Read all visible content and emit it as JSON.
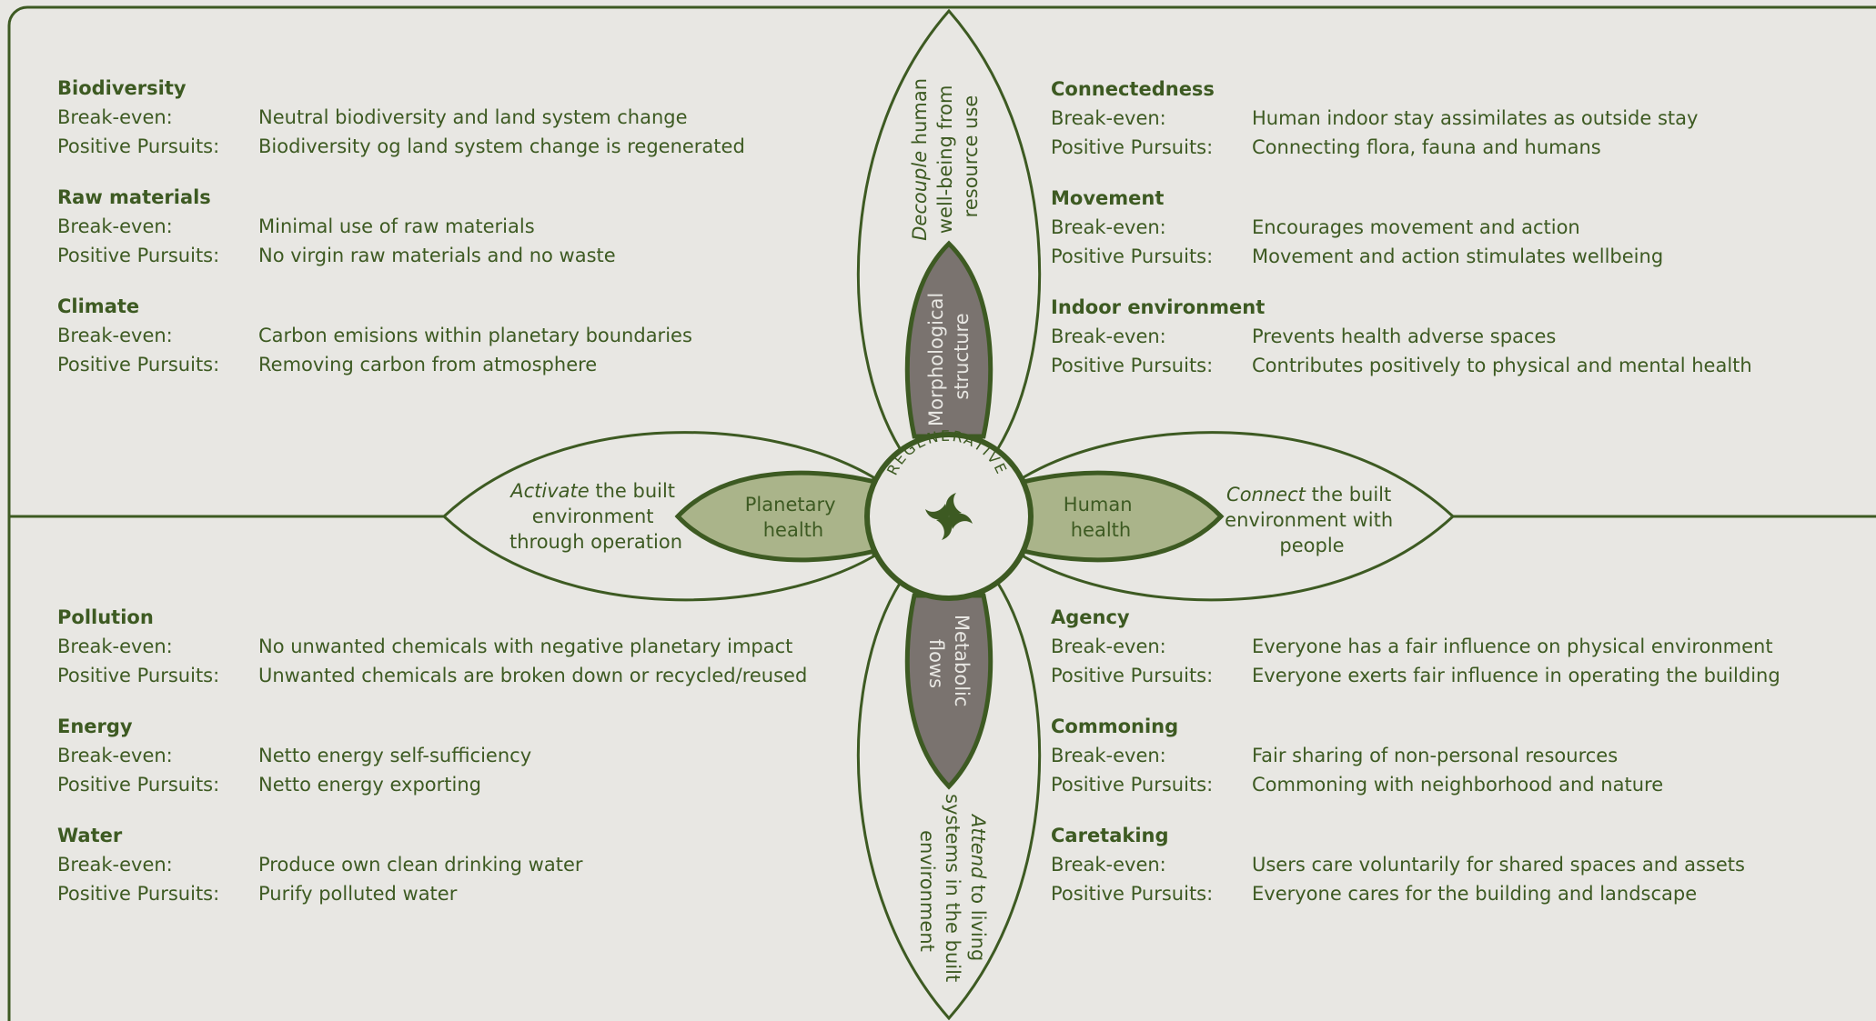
{
  "colors": {
    "background": "#e8e7e3",
    "accent": "#3d5a22",
    "inner_green": "#aab48a",
    "inner_gray": "#7a736f"
  },
  "center": {
    "label": "REGENERATIVE",
    "icon": "swirl-logo-icon"
  },
  "petals": {
    "top": {
      "outer_em": "Decouple",
      "outer_lines": [
        " human",
        "well-being from",
        "resource use"
      ],
      "inner_lines": [
        "Morphological",
        "structure"
      ]
    },
    "bottom": {
      "outer_em": "Attend",
      "outer_lines": [
        " to living",
        "systems in the built",
        "environment"
      ],
      "inner_lines": [
        "Metabolic",
        "flows"
      ]
    },
    "left": {
      "outer_em": "Activate",
      "outer_lines": [
        " the built",
        "environment",
        "through operation"
      ],
      "inner_lines": [
        "Planetary",
        "health"
      ]
    },
    "right": {
      "outer_em": "Connect",
      "outer_lines": [
        " the built",
        "environment with",
        "people"
      ],
      "inner_lines": [
        "Human",
        "health"
      ]
    }
  },
  "labels": {
    "breakeven": "Break-even:",
    "positive": "Positive Pursuits:"
  },
  "quadrants": {
    "top_left": [
      {
        "title": "Biodiversity",
        "breakeven": "Neutral biodiversity and land system change",
        "positive": "Biodiversity og land system change is regenerated"
      },
      {
        "title": "Raw materials",
        "breakeven": "Minimal use of raw materials",
        "positive": "No virgin raw materials and no waste"
      },
      {
        "title": "Climate",
        "breakeven": "Carbon emisions within planetary boundaries",
        "positive": "Removing carbon from atmosphere"
      }
    ],
    "top_right": [
      {
        "title": "Connectedness",
        "breakeven": "Human indoor stay assimilates as outside stay",
        "positive": "Connecting flora, fauna and humans"
      },
      {
        "title": "Movement",
        "breakeven": "Encourages movement and action",
        "positive": "Movement and action stimulates wellbeing"
      },
      {
        "title": "Indoor environment",
        "breakeven": "Prevents health adverse spaces",
        "positive": "Contributes positively to physical and mental health"
      }
    ],
    "bottom_left": [
      {
        "title": "Pollution",
        "breakeven": "No unwanted chemicals with negative planetary impact",
        "positive": "Unwanted chemicals are broken down or recycled/reused"
      },
      {
        "title": "Energy",
        "breakeven": "Netto energy self-sufficiency",
        "positive": "Netto energy exporting"
      },
      {
        "title": "Water",
        "breakeven": "Produce own clean drinking water",
        "positive": "Purify polluted water"
      }
    ],
    "bottom_right": [
      {
        "title": "Agency",
        "breakeven": "Everyone has a fair influence on physical environment",
        "positive": "Everyone exerts fair influence in operating the building"
      },
      {
        "title": "Commoning",
        "breakeven": "Fair sharing of non-personal resources",
        "positive": "Commoning with neighborhood and nature"
      },
      {
        "title": "Caretaking",
        "breakeven": "Users care voluntarily for shared spaces and assets",
        "positive": "Everyone cares for the building and landscape"
      }
    ]
  }
}
